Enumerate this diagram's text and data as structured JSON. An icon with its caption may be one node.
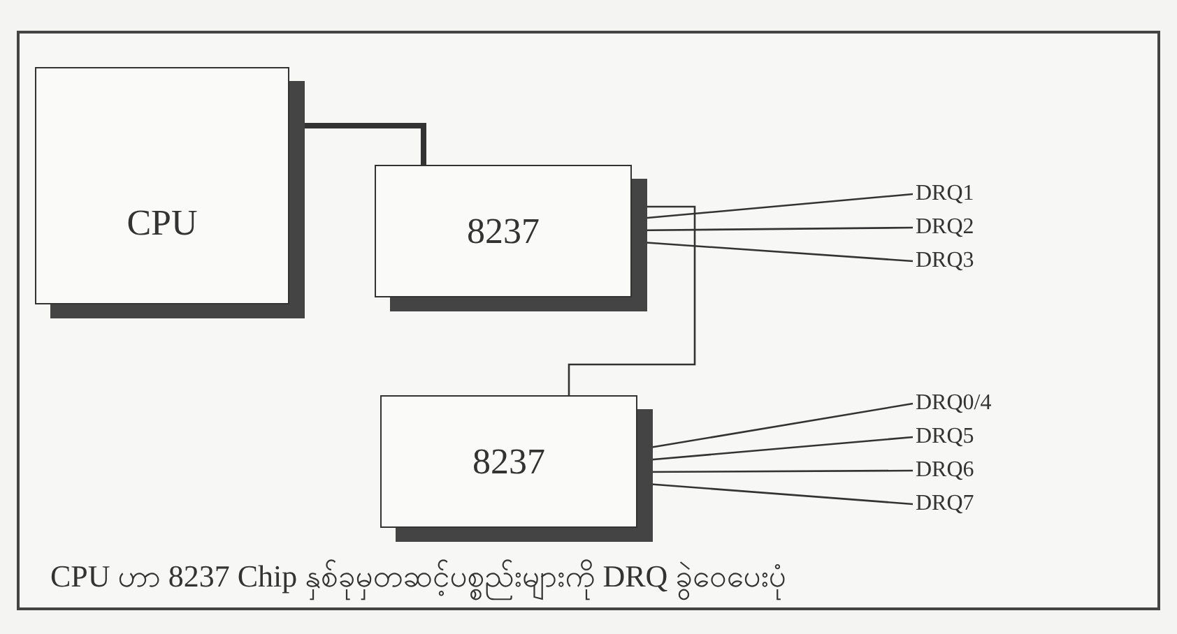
{
  "diagram": {
    "caption": "CPU ဟာ 8237 Chip နှစ်ခုမှတဆင့်ပစ္စည်းများကို DRQ ခွဲဝေပေးပုံ",
    "nodes": [
      {
        "text": [
          "CPU"
        ]
      },
      {
        "text": [
          "8237"
        ]
      },
      {
        "text": [
          "8237"
        ]
      },
      {
        "text": [
          "DRQ1"
        ]
      },
      {
        "text": [
          "DRQ2"
        ]
      },
      {
        "text": [
          "DRQ3"
        ]
      },
      {
        "text": [
          "DRQ0/4"
        ]
      },
      {
        "text": [
          "DRQ5"
        ]
      },
      {
        "text": [
          "DRQ6"
        ]
      },
      {
        "text": [
          "DRQ7"
        ]
      }
    ],
    "edges": [
      {
        "from": 0,
        "to": 1,
        "arrow": "none",
        "style": "thick"
      },
      {
        "from": 1,
        "to": 2,
        "arrow": "none"
      },
      {
        "from": 1,
        "to": 3,
        "arrow": "none"
      },
      {
        "from": 1,
        "to": 4,
        "arrow": "none"
      },
      {
        "from": 1,
        "to": 5,
        "arrow": "none"
      },
      {
        "from": 2,
        "to": 6,
        "arrow": "none"
      },
      {
        "from": 2,
        "to": 7,
        "arrow": "none"
      },
      {
        "from": 2,
        "to": 8,
        "arrow": "none"
      },
      {
        "from": 2,
        "to": 9,
        "arrow": "none"
      }
    ]
  }
}
